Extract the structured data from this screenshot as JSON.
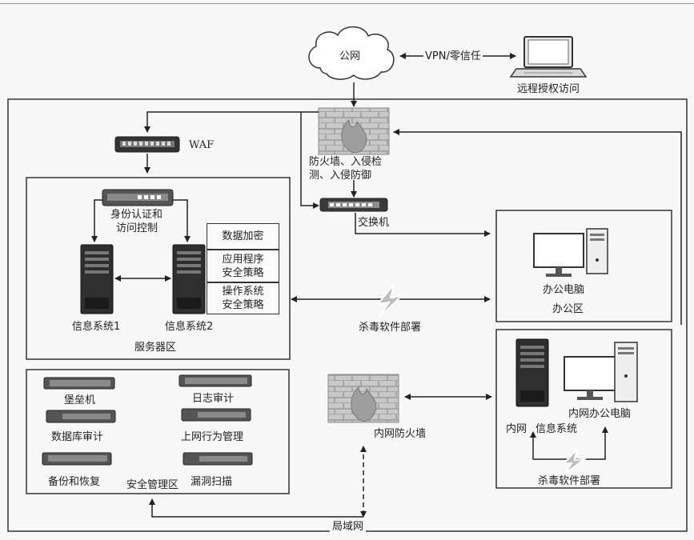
{
  "internet": "公网",
  "vpn": "VPN/零信任",
  "remote": "远程授权访问",
  "waf": "WAF",
  "firewall": "防火墙、入侵检测、入侵防御",
  "firewall_l1": "防火墙、入侵检",
  "firewall_l2": "测、入侵防御",
  "switch": "交换机",
  "server_zone": {
    "title": "服务器区",
    "auth_l1": "身份认证和",
    "auth_l2": "访问控制",
    "sys1": "信息系统1",
    "sys2": "信息系统2",
    "policy1": "数据加密",
    "policy2_l1": "应用程序",
    "policy2_l2": "安全策略",
    "policy3_l1": "操作系统",
    "policy3_l2": "安全策略"
  },
  "office": {
    "pc": "办公电脑",
    "zone": "办公区"
  },
  "antivirus1": "杀毒软件部署",
  "mgmt_zone": {
    "title": "安全管理区",
    "bastion": "堡垒机",
    "log_audit": "日志审计",
    "db_audit": "数据库审计",
    "behavior": "上网行为管理",
    "backup": "备份和恢复",
    "vuln": "漏洞扫描"
  },
  "intranet_fw": "内网防火墙",
  "intranet": {
    "sys_l1": "内网",
    "sys_l2": "信息系统",
    "pc": "内网办公电脑",
    "antivirus": "杀毒软件部署"
  },
  "lan": "局域网"
}
